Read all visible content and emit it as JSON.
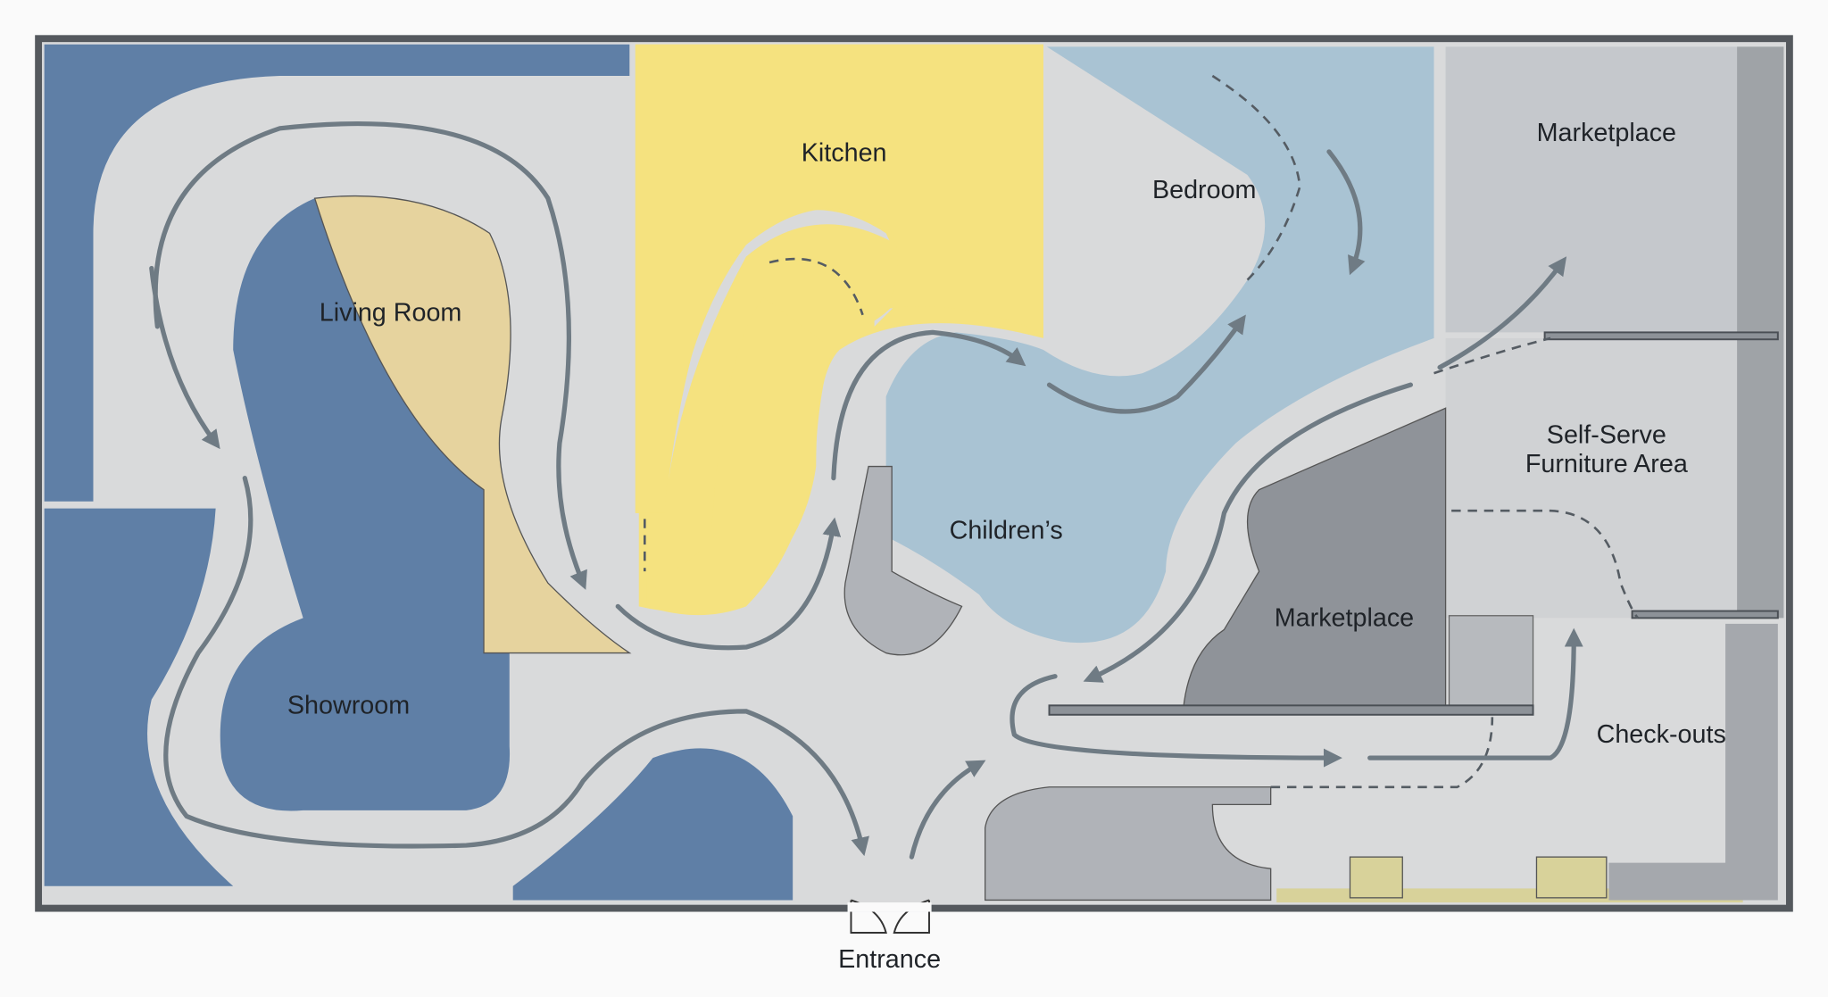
{
  "title": "Store floor plan",
  "areas": {
    "kitchen": "Kitchen",
    "bedroom": "Bedroom",
    "marketplace_top": "Marketplace",
    "living_room": "Living Room",
    "self_serve_line1": "Self-Serve",
    "self_serve_line2": "Furniture Area",
    "childrens": "Children’s",
    "marketplace_mid": "Marketplace",
    "showroom": "Showroom",
    "checkouts": "Check-outs",
    "entrance": "Entrance"
  },
  "colors": {
    "showroom": "#5f7fa6",
    "living_room": "#e6d39e",
    "kitchen": "#f5e27f",
    "bedroom": "#a9c3d3",
    "marketplace": "#c5c8cc",
    "marketplace_mid": "#8f9399",
    "floor": "#d9dadb",
    "arrow": "#6f7b84"
  }
}
